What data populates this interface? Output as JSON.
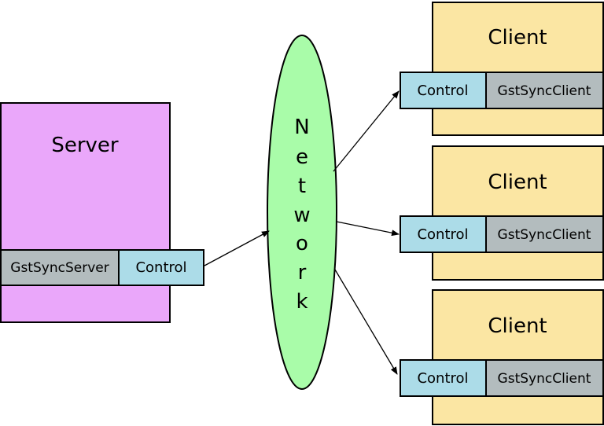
{
  "server": {
    "title": "Server",
    "sync_label": "GstSyncServer",
    "control_label": "Control"
  },
  "network": {
    "letters": [
      "N",
      "e",
      "t",
      "w",
      "o",
      "r",
      "k"
    ]
  },
  "clients": [
    {
      "title": "Client",
      "control_label": "Control",
      "sync_label": "GstSyncClient"
    },
    {
      "title": "Client",
      "control_label": "Control",
      "sync_label": "GstSyncClient"
    },
    {
      "title": "Client",
      "control_label": "Control",
      "sync_label": "GstSyncClient"
    }
  ],
  "colors": {
    "server_fill": "#eaa7fa",
    "client_fill": "#fbe6a3",
    "network_fill": "#a9fca9",
    "control_fill": "#acdce8",
    "sync_fill": "#b3bcbe",
    "stroke": "#000000"
  }
}
